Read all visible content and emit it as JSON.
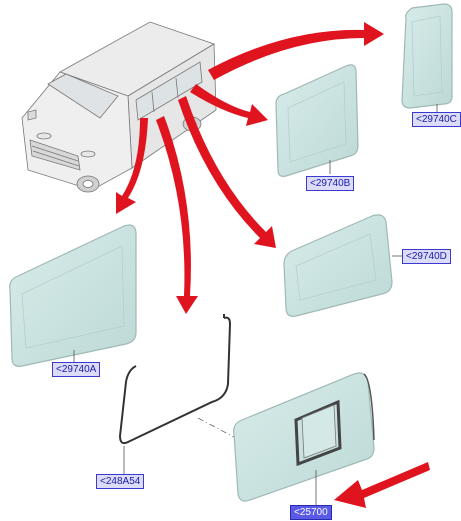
{
  "callouts": [
    {
      "id": "29740C",
      "text": "<29740C",
      "highlighted": false
    },
    {
      "id": "29740B",
      "text": "<29740B",
      "highlighted": false
    },
    {
      "id": "29740D",
      "text": "<29740D",
      "highlighted": false
    },
    {
      "id": "29740A",
      "text": "<29740A",
      "highlighted": false
    },
    {
      "id": "248A54",
      "text": "<248A54",
      "highlighted": false
    },
    {
      "id": "25700",
      "text": "<25700",
      "highlighted": true
    }
  ],
  "colors": {
    "arrow": "#e0141e",
    "glass": "#cfe6e4",
    "glass_frame": "#9fb9b6",
    "callout_fill": "#dcdcf8",
    "callout_border": "#3a3ad0",
    "callout_text": "#1a1ab0",
    "callout_highlight": "#5a5ae8"
  },
  "icons": [
    "van-illustration-icon",
    "window-glass-icon",
    "seal-gasket-icon",
    "pointer-arrow-icon"
  ]
}
